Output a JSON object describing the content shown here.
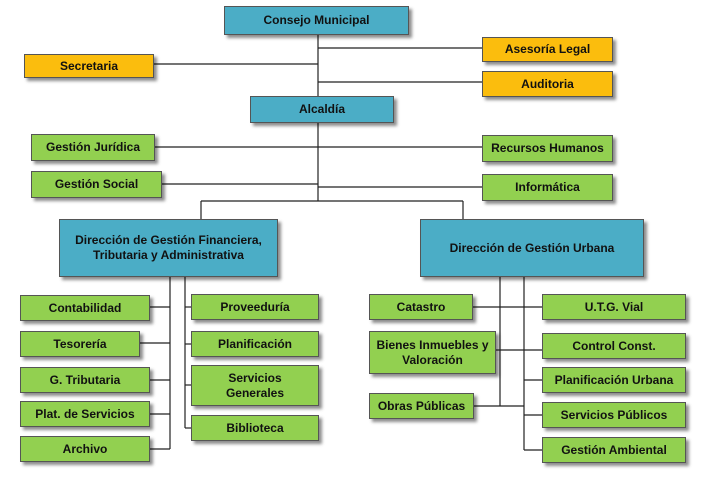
{
  "colors": {
    "governance": "#4badc6",
    "advisory": "#fbbd0d",
    "units": "#92d050",
    "connector": "#222222"
  },
  "org_chart": {
    "council": "Consejo Municipal",
    "secretariat": "Secretaria",
    "legal_advisory": "Asesoría Legal",
    "audit": "Auditoria",
    "mayor_office": "Alcaldía",
    "legal_management": "Gestión Jurídica",
    "human_resources": "Recursos Humanos",
    "social_management": "Gestión Social",
    "it": "Informática",
    "finance_directorate": {
      "title_line1": "Dirección de Gestión Financiera,",
      "title_line2": "Tributaria y Administrativa",
      "units_left": [
        "Contabilidad",
        "Tesorería",
        "G. Tributaria",
        "Plat. de Servicios",
        "Archivo"
      ],
      "units_right": [
        "Proveeduría",
        "Planificación",
        "Servicios Generales",
        "Biblioteca"
      ]
    },
    "urban_directorate": {
      "title": "Dirección de Gestión Urbana",
      "units_left": [
        "Catastro",
        "Bienes Inmuebles y Valoración",
        "Obras Públicas"
      ],
      "units_right": [
        "U.T.G. Vial",
        "Control Const.",
        "Planificación Urbana",
        "Servicios Públicos",
        "Gestión Ambiental"
      ]
    }
  }
}
